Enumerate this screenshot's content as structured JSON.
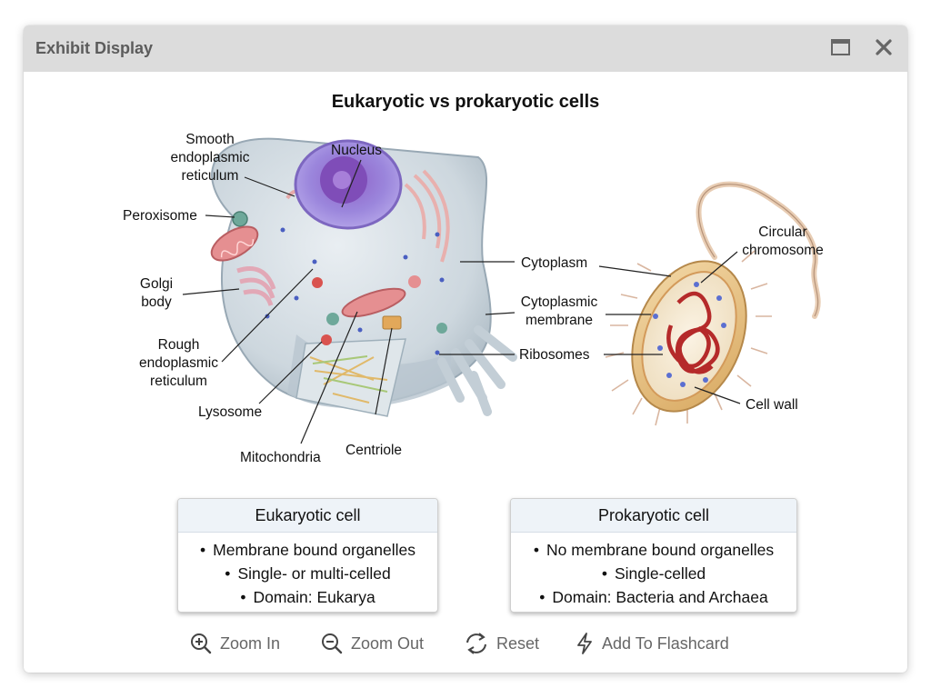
{
  "window": {
    "title": "Exhibit Display",
    "maximize_icon": "maximize-icon",
    "close_icon": "close-icon"
  },
  "figure": {
    "title": "Eukaryotic vs prokaryotic cells",
    "labels": {
      "smooth_er_1": "Smooth",
      "smooth_er_2": "endoplasmic",
      "smooth_er_3": "reticulum",
      "nucleus": "Nucleus",
      "peroxisome": "Peroxisome",
      "golgi_1": "Golgi",
      "golgi_2": "body",
      "rough_er_1": "Rough",
      "rough_er_2": "endoplasmic",
      "rough_er_3": "reticulum",
      "lysosome": "Lysosome",
      "mitochondria": "Mitochondria",
      "centriole": "Centriole",
      "cytoplasm": "Cytoplasm",
      "cyto_membrane_1": "Cytoplasmic",
      "cyto_membrane_2": "membrane",
      "ribosomes": "Ribosomes",
      "circular_chr_1": "Circular",
      "circular_chr_2": "chromosome",
      "cell_wall": "Cell wall"
    }
  },
  "eukaryotic_box": {
    "heading": "Eukaryotic cell",
    "items": [
      "Membrane bound organelles",
      "Single- or multi-celled",
      "Domain: Eukarya"
    ]
  },
  "prokaryotic_box": {
    "heading": "Prokaryotic cell",
    "items": [
      "No membrane bound organelles",
      "Single-celled",
      "Domain: Bacteria and Archaea"
    ]
  },
  "bullet": "•",
  "toolbar": {
    "zoom_in": "Zoom In",
    "zoom_out": "Zoom Out",
    "reset": "Reset",
    "flashcard": "Add To Flashcard",
    "zoom_in_icon": "zoom-in-icon",
    "zoom_out_icon": "zoom-out-icon",
    "reset_icon": "reset-icon",
    "flashcard_icon": "lightning-icon"
  },
  "colors": {
    "titlebar": "#dcdcdc",
    "title_text": "#5c5c5c",
    "box_header": "#eef3f8",
    "toolbar_text": "#666666"
  }
}
